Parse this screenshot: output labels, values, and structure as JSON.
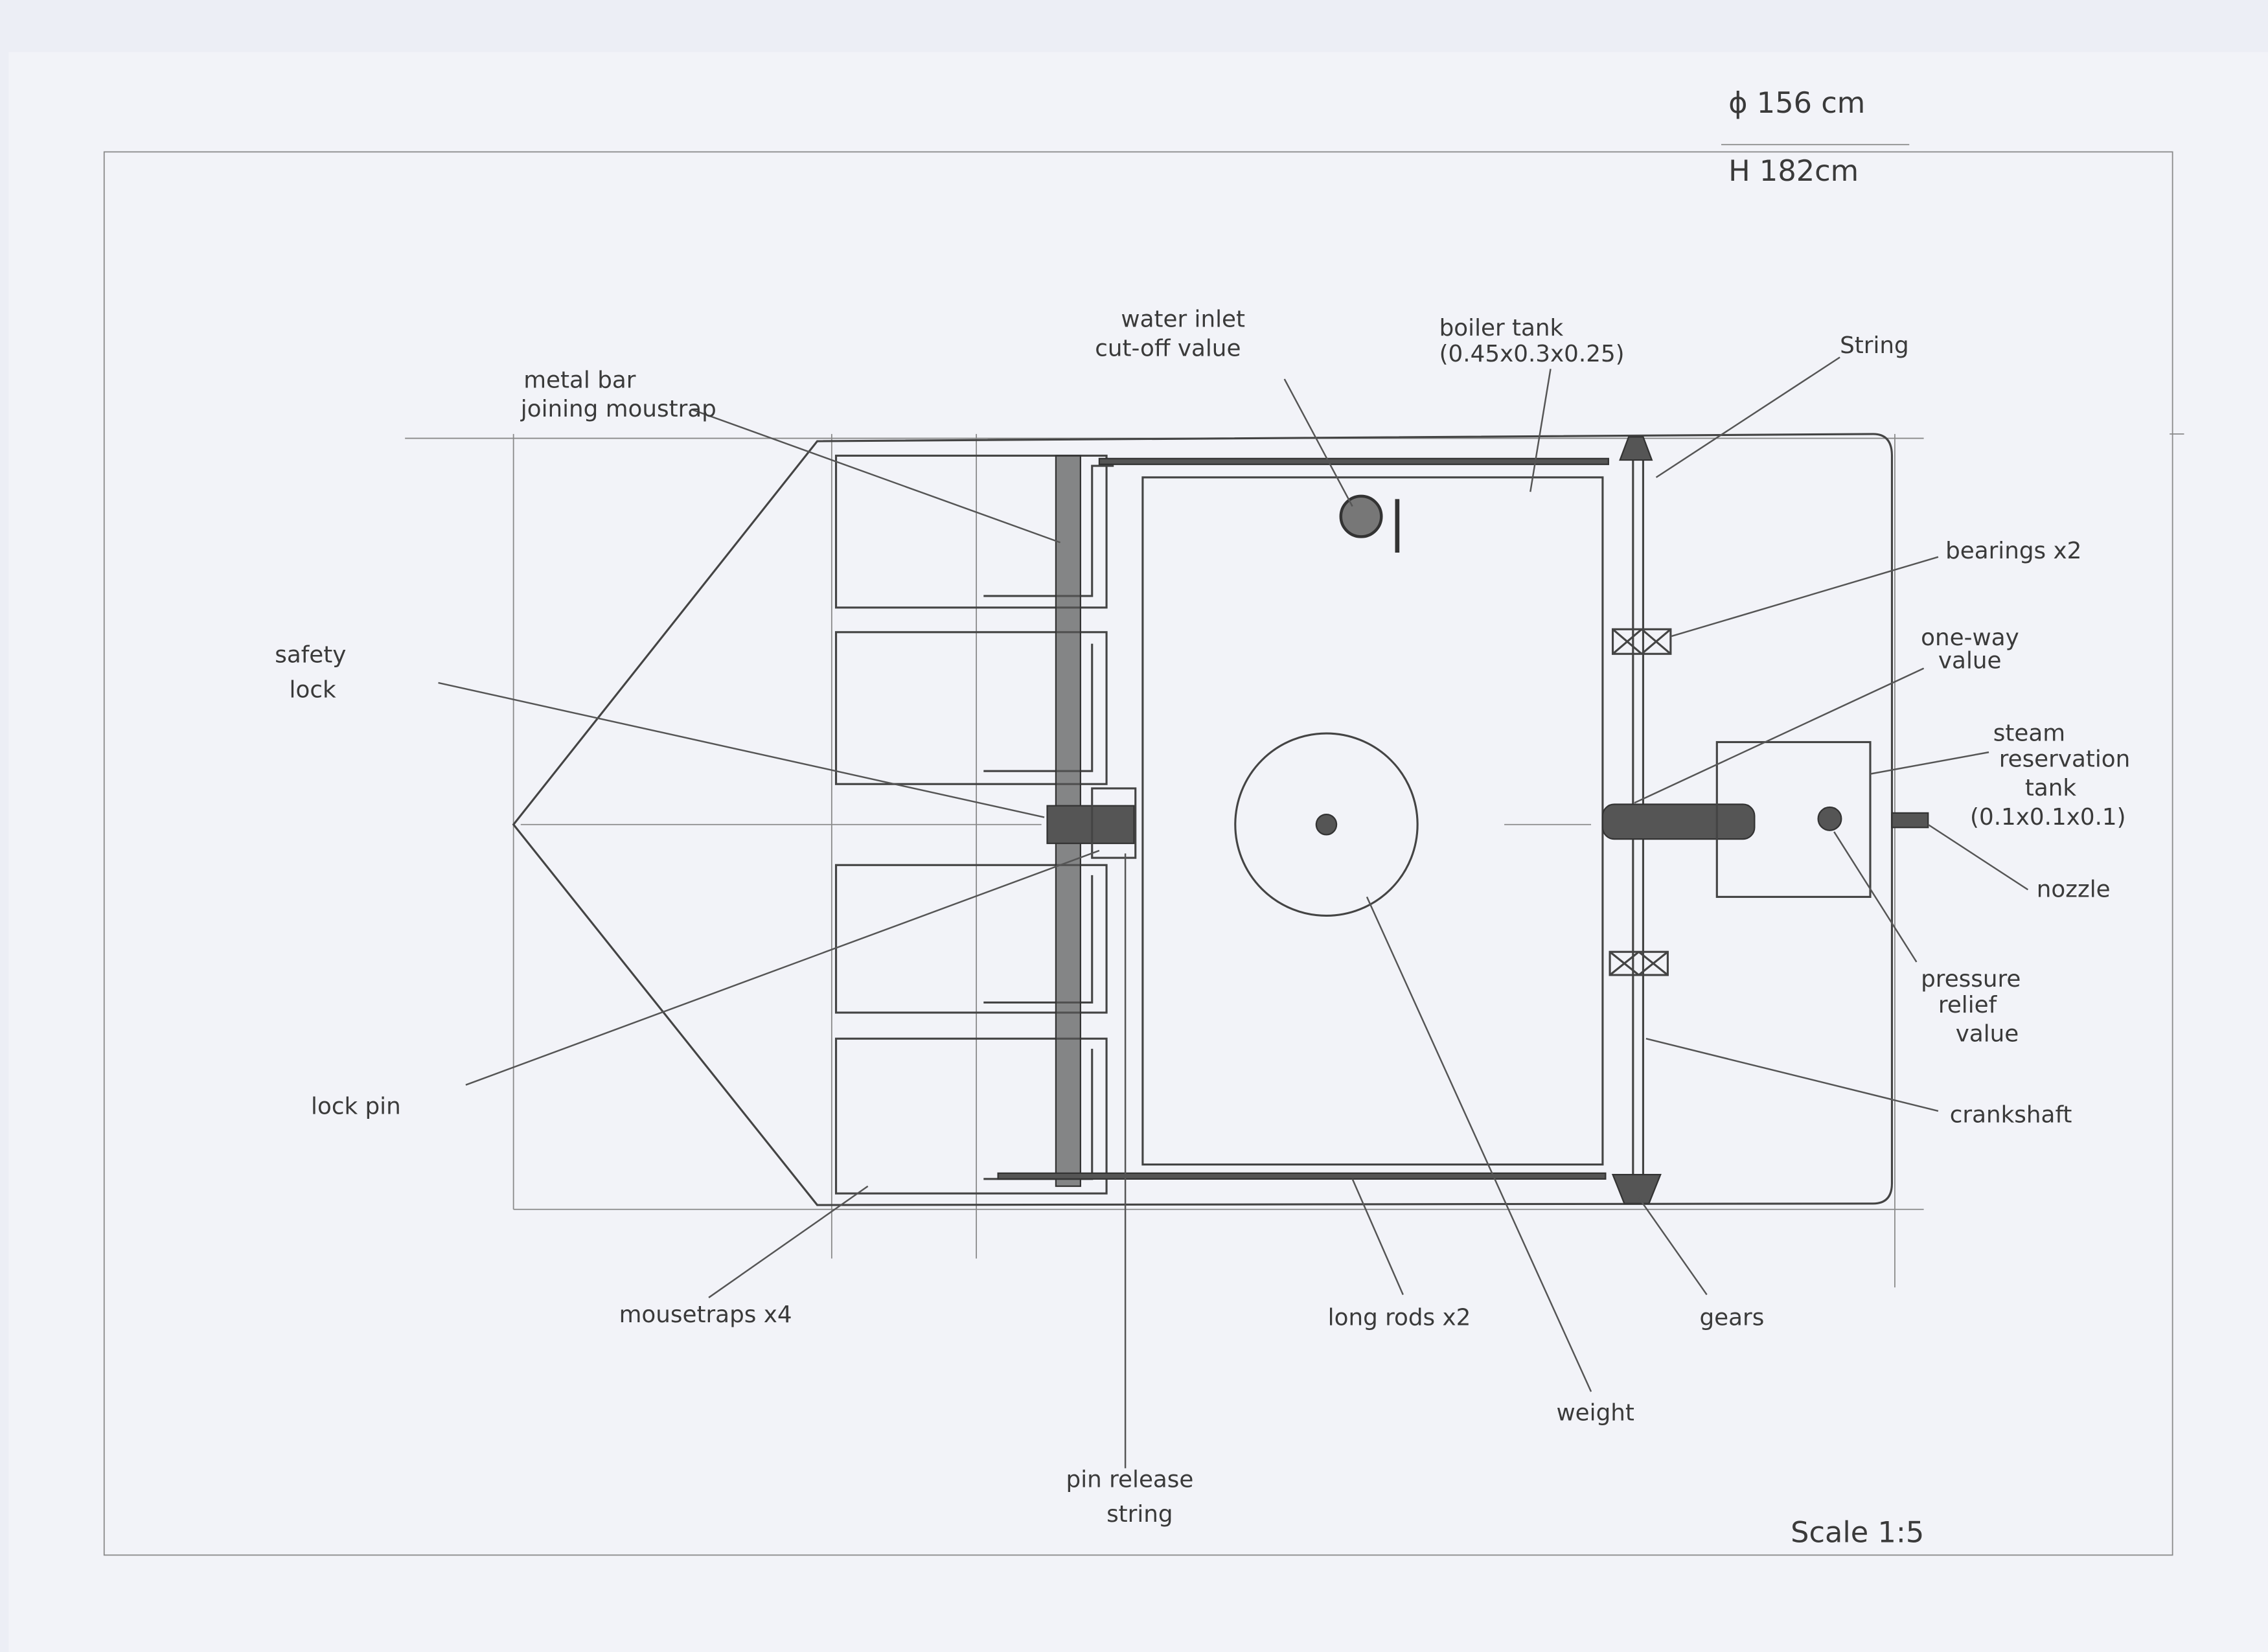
{
  "header": {
    "diameter": "ϕ 156 cm",
    "height": "H 182cm"
  },
  "labels": {
    "metal_bar": [
      "metal bar",
      "joining moustrap"
    ],
    "water_inlet": [
      "water inlet",
      "cut-off value"
    ],
    "boiler_tank": [
      "boiler tank",
      "(0.45x0.3x0.25)"
    ],
    "string": "String",
    "bearings": "bearings x2",
    "one_way": [
      "one-way",
      "value"
    ],
    "steam_tank": [
      "steam",
      "reservation",
      "tank",
      "(0.1x0.1x0.1)"
    ],
    "nozzle": "nozzle",
    "pressure_relief": [
      "pressure",
      "relief",
      "value"
    ],
    "crankshaft": "crankshaft",
    "gears": "gears",
    "weight": "weight",
    "long_rods": "long rods x2",
    "pin_release": [
      "pin release",
      "string"
    ],
    "mousetraps": "mousetraps x4",
    "lock_pin": "lock pin",
    "safety_lock": [
      "safety",
      "lock"
    ]
  },
  "footer": {
    "scale": "Scale  1:5"
  }
}
